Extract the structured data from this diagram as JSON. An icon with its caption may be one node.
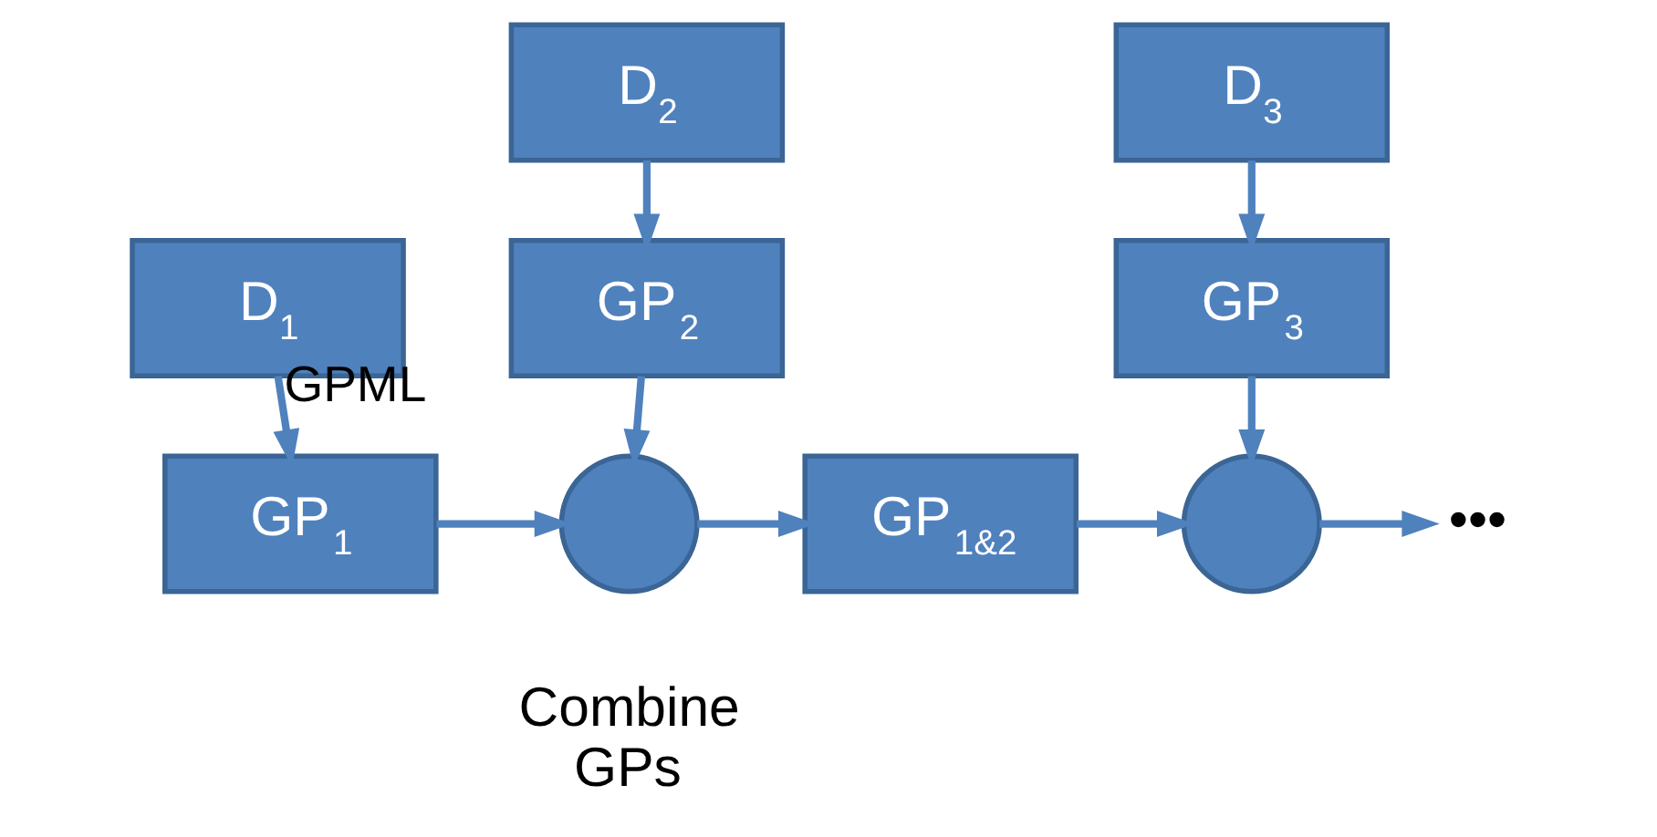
{
  "diagram": {
    "nodes": [
      {
        "text": [
          "D$_{1}$"
        ]
      },
      {
        "text": [
          "GP$_{1}$"
        ]
      },
      {
        "text": [
          "D$_{2}$"
        ]
      },
      {
        "text": [
          "GP$_{2}$"
        ]
      },
      {
        "text": [],
        "shape": "circle",
        "beside": [
          "Combine GPs"
        ]
      },
      {
        "text": [
          "GP$_{1&2}$"
        ]
      },
      {
        "text": [
          "D$_{3}$"
        ]
      },
      {
        "text": [
          "GP$_{3}$"
        ]
      },
      {
        "text": [],
        "shape": "circle"
      },
      {
        "text": [
          "•••"
        ]
      }
    ],
    "edges": [
      {
        "from": 0,
        "to": 1,
        "arrow": "to",
        "label": "GPML"
      },
      {
        "from": 2,
        "to": 3,
        "arrow": "to"
      },
      {
        "from": 1,
        "to": 4,
        "arrow": "to"
      },
      {
        "from": 3,
        "to": 4,
        "arrow": "to"
      },
      {
        "from": 4,
        "to": 5,
        "arrow": "to"
      },
      {
        "from": 6,
        "to": 7,
        "arrow": "to"
      },
      {
        "from": 5,
        "to": 8,
        "arrow": "to"
      },
      {
        "from": 7,
        "to": 8,
        "arrow": "to"
      },
      {
        "from": 8,
        "to": 9,
        "arrow": "to"
      }
    ]
  }
}
